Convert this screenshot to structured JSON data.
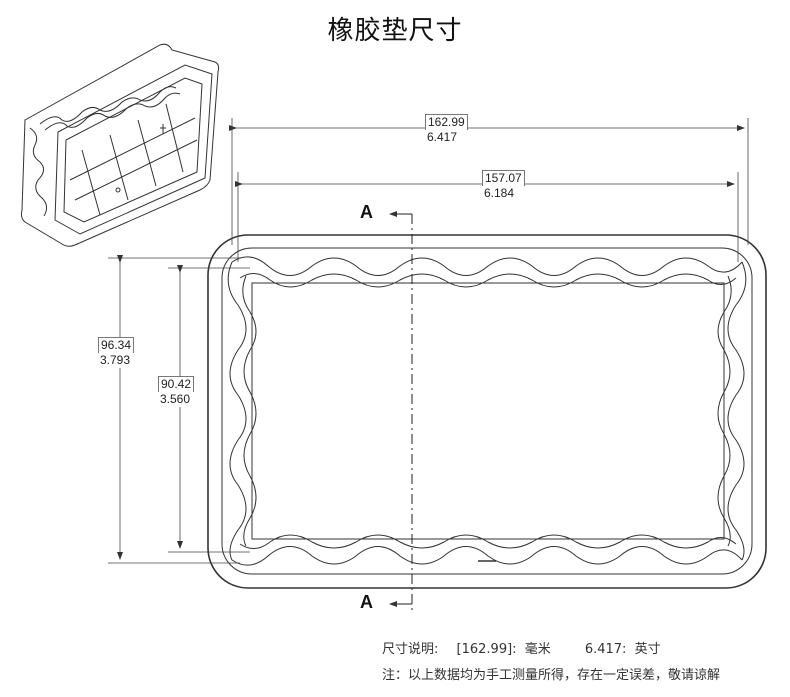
{
  "title": "橡胶垫尺寸",
  "dimensions": {
    "outer_width": {
      "mm": "162.99",
      "inch": "6.417"
    },
    "inner_width": {
      "mm": "157.07",
      "inch": "6.184"
    },
    "outer_height": {
      "mm": "96.34",
      "inch": "3.793"
    },
    "inner_height": {
      "mm": "90.42",
      "inch": "3.560"
    }
  },
  "section_labels": {
    "top": "A",
    "bottom": "A"
  },
  "notes": {
    "unit_label": "尺寸说明:",
    "mm_value": "[162.99]:",
    "mm_unit": "毫米",
    "inch_value": "6.417:",
    "inch_unit": "英寸",
    "disclaimer": "注：以上数据均为手工测量所得，存在一定误差，敬请谅解"
  }
}
